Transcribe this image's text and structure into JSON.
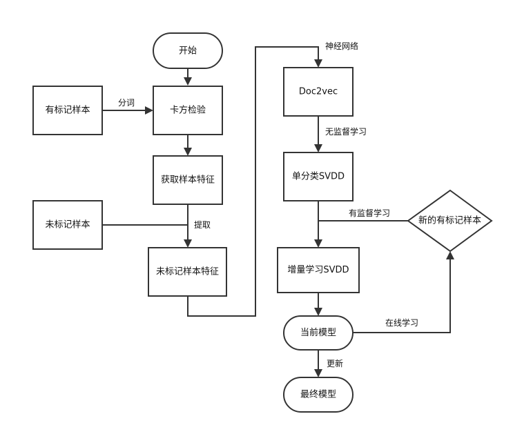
{
  "nodes": {
    "start": "开始",
    "labeled_samples": "有标记样本",
    "chi_square": "卡方检验",
    "get_features": "获取样本特征",
    "unlabeled_samples": "未标记样本",
    "unlabeled_features": "未标记样本特征",
    "doc2vec": "Doc2vec",
    "single_svdd": "单分类SVDD",
    "incremental_svdd": "增量学习SVDD",
    "current_model": "当前模型",
    "final_model": "最终模型",
    "new_labeled": "新的有标记样本"
  },
  "edges": {
    "tokenize": "分词",
    "extract": "提取",
    "neural_net": "神经网络",
    "unsupervised": "无监督学习",
    "supervised": "有监督学习",
    "online": "在线学习",
    "update": "更新"
  }
}
